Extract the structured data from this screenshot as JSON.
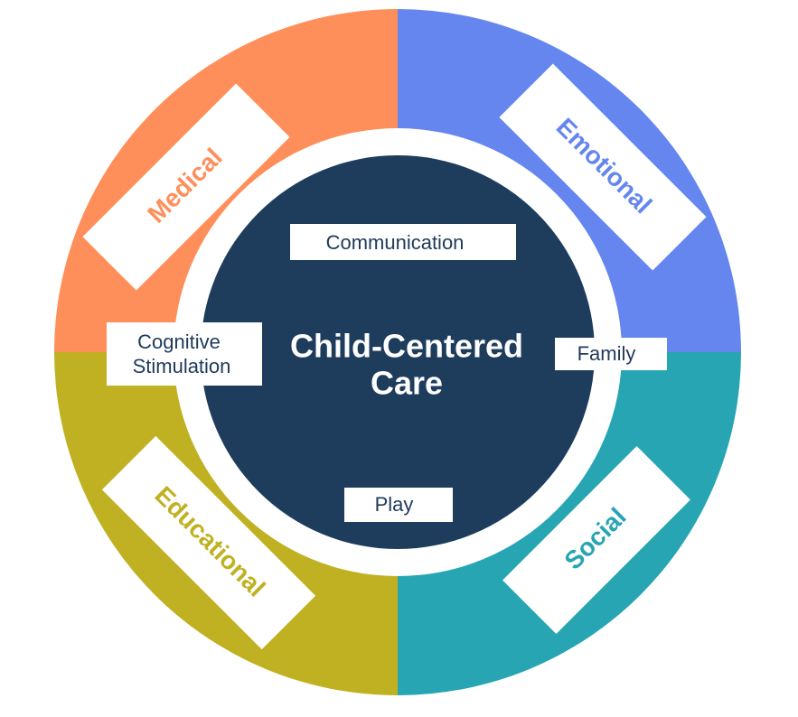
{
  "center": {
    "title_line1": "Child-Centered",
    "title_line2": "Care"
  },
  "segments": [
    {
      "id": "medical",
      "label": "Medical",
      "color": "#ff8f5a"
    },
    {
      "id": "emotional",
      "label": "Emotional",
      "color": "#6586ef"
    },
    {
      "id": "social",
      "label": "Social",
      "color": "#27a5b3"
    },
    {
      "id": "educational",
      "label": "Educational",
      "color": "#c0b123"
    }
  ],
  "inner_labels": {
    "communication": "Communication",
    "family": "Family",
    "play": "Play",
    "cognitive_line1": "Cognitive",
    "cognitive_line2": "Stimulation"
  },
  "colors": {
    "center": "#1e3d5c",
    "ring_gap": "#ffffff",
    "label_box": "#ffffff"
  }
}
